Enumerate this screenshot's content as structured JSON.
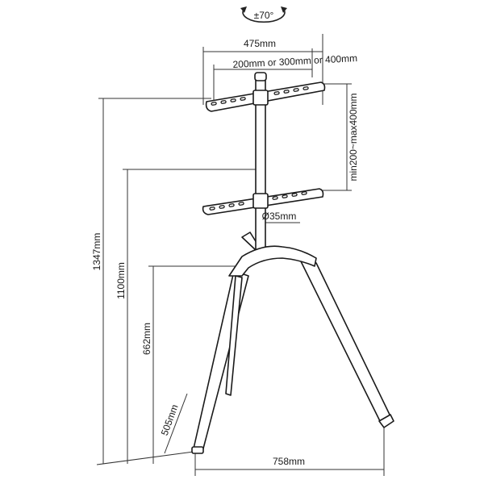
{
  "rotation": {
    "label": "±70°"
  },
  "dims": {
    "bracket_width": "475mm",
    "vesa": "200mm or 300mm or 400mm",
    "height_adjust": "min200~max400mm",
    "pole_diameter": "Ø35mm",
    "total_height": "1347mm",
    "bracket_height": "1100mm",
    "hinge_height": "662mm",
    "leg_span": "505mm",
    "base_width": "758mm"
  }
}
